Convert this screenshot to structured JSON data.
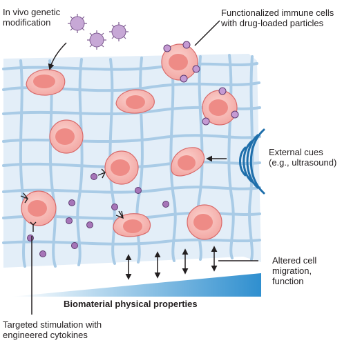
{
  "labels": {
    "in_vivo": "In vivo genetic\nmodification",
    "functionalized": "Functionalized immune cells\nwith drug-loaded particles",
    "external": "External cues\n(e.g., ultrasound)",
    "altered": "Altered cell\nmigration,\nfunction",
    "biomaterial": "Biomaterial physical properties",
    "targeted": "Targeted stimulation with\nengineered cytokines"
  },
  "colors": {
    "matrix_bg": "#e3eef8",
    "fiber": "#a9cbe6",
    "cell_fill": "#f6b8b5",
    "cell_edge": "#d96a6a",
    "nucleus": "#ee8b86",
    "particle": "#a675b8",
    "particle_edge": "#5d3a70",
    "gradient_start": "#ffffff",
    "gradient_end": "#2f8fcf",
    "arrow": "#231f20"
  },
  "icons": [
    "virus-icon",
    "ultrasound-waves-icon",
    "cytokine-receptor-icon"
  ]
}
